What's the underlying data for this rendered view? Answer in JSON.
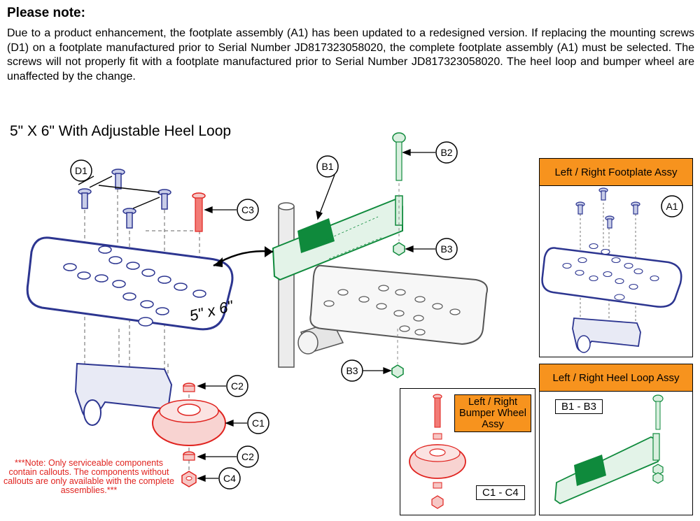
{
  "note": {
    "title": "Please note:",
    "body": "Due to a product enhancement, the footplate assembly (A1) has been updated to a redesigned version. If replacing the mounting screws (D1) on a footplate manufactured prior to Serial Number JD817323058020, the complete footplate assembly (A1) must be selected. The screws will not properly fit with a footplate manufactured prior to Serial Number JD817323058020. The heel loop and bumper wheel are unaffected by the change."
  },
  "figure": {
    "title": "5\" X 6\" With Adjustable Heel Loop",
    "size_label": "5\" x 6\"",
    "disclaimer": "***Note: Only serviceable components contain callouts. The components without callouts are only available with the complete assemblies.***"
  },
  "callouts": {
    "d1": "D1",
    "c3": "C3",
    "b1": "B1",
    "b2": "B2",
    "b3_top": "B3",
    "b3_bottom": "B3",
    "c2_top": "C2",
    "c1": "C1",
    "c2_bottom": "C2",
    "c4": "C4",
    "a1": "A1"
  },
  "boxes": {
    "footplate": {
      "title": "Left / Right Footplate Assy"
    },
    "heel_loop": {
      "title": "Left / Right Heel Loop Assy",
      "range": "B1 - B3"
    },
    "bumper": {
      "title": "Left / Right Bumper Wheel Assy",
      "range": "C1 - C4"
    }
  },
  "colors": {
    "blue": "#2c3590",
    "red": "#e0231f",
    "green": "#0f8a3c",
    "orange": "#f7931e",
    "gray": "#555555"
  }
}
